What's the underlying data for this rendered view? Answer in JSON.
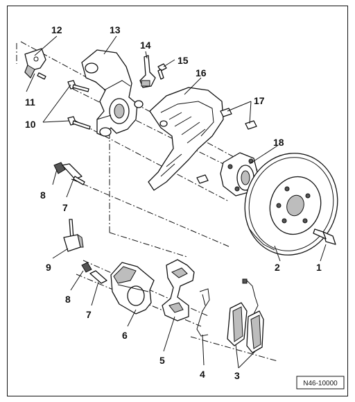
{
  "figure": {
    "reference_code": "N46-10000"
  },
  "callouts": [
    {
      "id": "1",
      "label": "1"
    },
    {
      "id": "2",
      "label": "2"
    },
    {
      "id": "3",
      "label": "3"
    },
    {
      "id": "4",
      "label": "4"
    },
    {
      "id": "5",
      "label": "5"
    },
    {
      "id": "6",
      "label": "6"
    },
    {
      "id": "7a",
      "label": "7"
    },
    {
      "id": "7b",
      "label": "7"
    },
    {
      "id": "8a",
      "label": "8"
    },
    {
      "id": "8b",
      "label": "8"
    },
    {
      "id": "9",
      "label": "9"
    },
    {
      "id": "10",
      "label": "10"
    },
    {
      "id": "11",
      "label": "11"
    },
    {
      "id": "12",
      "label": "12"
    },
    {
      "id": "13",
      "label": "13"
    },
    {
      "id": "14",
      "label": "14"
    },
    {
      "id": "15",
      "label": "15"
    },
    {
      "id": "16",
      "label": "16"
    },
    {
      "id": "17",
      "label": "17"
    },
    {
      "id": "18",
      "label": "18"
    }
  ]
}
